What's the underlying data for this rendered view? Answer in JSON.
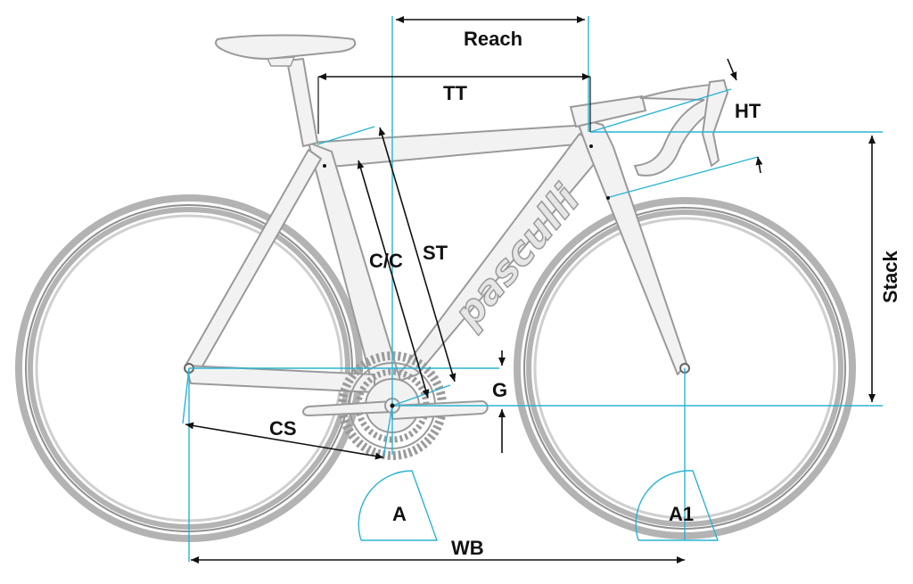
{
  "brand": {
    "logo_text": "pasculli"
  },
  "labels": {
    "reach": "Reach",
    "tt": "TT",
    "ht": "HT",
    "stack": "Stack",
    "st": "ST",
    "cc": "C/C",
    "g": "G",
    "cs": "CS",
    "wb": "WB",
    "a": "A",
    "a1": "A1"
  },
  "colors": {
    "measure_black": "#111111",
    "measure_cyan": "#2bb3d4",
    "frame_outline": "#9a9a9a",
    "frame_fill": "#f2f2f2",
    "tire": "#b3b3b3"
  }
}
